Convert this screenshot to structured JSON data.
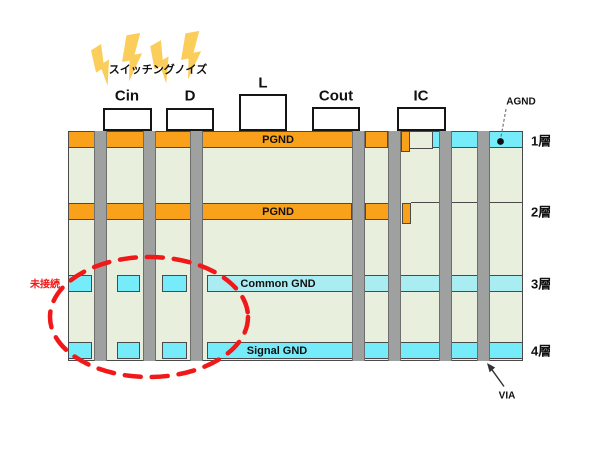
{
  "diagram": {
    "noise_label": "スイッチングノイズ",
    "not_connected_label": "未接続",
    "agnd_label": "AGND",
    "via_label": "VIA"
  },
  "components": [
    {
      "label": "Cin"
    },
    {
      "label": "D"
    },
    {
      "label": "L"
    },
    {
      "label": "Cout"
    },
    {
      "label": "IC"
    }
  ],
  "layers": [
    {
      "label": "1層",
      "plane": "PGND"
    },
    {
      "label": "2層",
      "plane": "PGND"
    },
    {
      "label": "3層",
      "plane": "Common GND"
    },
    {
      "label": "4層",
      "plane": "Signal GND"
    }
  ],
  "colors": {
    "power_plane_orange": "#F9A11B",
    "gnd_copper_cyan": "#76EBFA",
    "common_gnd_cyan": "#A9ECF1",
    "substrate_green": "#E8F0DD",
    "via_gray": "#9FA1A0",
    "highlight_red": "#F01818",
    "noise_bolt_yellow": "#FBCE5B"
  }
}
